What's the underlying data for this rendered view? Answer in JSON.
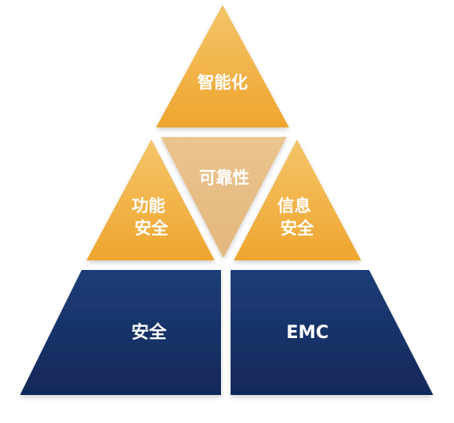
{
  "diagram": {
    "segments": [
      {
        "id": "top",
        "label_lines": [
          "智能化"
        ]
      },
      {
        "id": "center",
        "label_lines": [
          "可靠性"
        ]
      },
      {
        "id": "left",
        "label_lines": [
          "功能",
          "安全"
        ]
      },
      {
        "id": "right",
        "label_lines": [
          "信息",
          "安全"
        ]
      },
      {
        "id": "base-left",
        "label_lines": [
          "安全"
        ]
      },
      {
        "id": "base-right",
        "label_lines": [
          "EMC"
        ]
      }
    ],
    "colors": {
      "orange": "#EFAA35",
      "orange_light": "#F4C56A",
      "center": "#E7BE86",
      "center_light": "#F1D3A6",
      "navy": "#143062",
      "navy_light": "#21427E",
      "text": "#FFFFFF"
    }
  }
}
